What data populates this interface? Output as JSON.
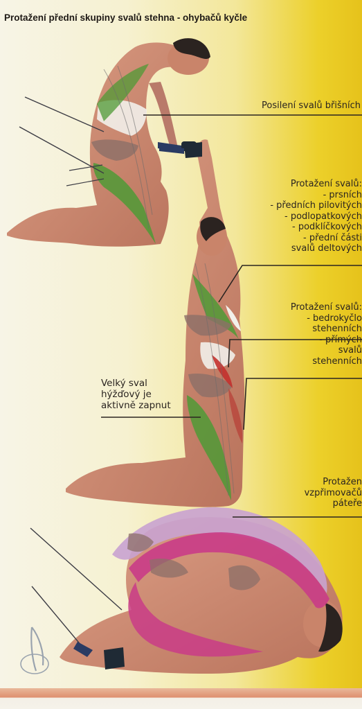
{
  "title": "Protažení přední skupiny svalů stehna - ohybačů kyčle",
  "annotations": {
    "abdominal": "Posilení svalů břišních",
    "stretch_chest": [
      "Protažení svalů:",
      "- prsních",
      "- předních pilovitých",
      "- podlopatkových",
      "- podklíčkových",
      "- přední části",
      "svalů deltových"
    ],
    "stretch_hip": [
      "Protažení svalů:",
      "- bedrokyčlo",
      "stehenních",
      "- přímých",
      "svalů",
      "stehenních"
    ],
    "gluteus": [
      "Velký sval",
      "hýžďový je",
      "aktivně zapnut"
    ],
    "spine": [
      "Protažen",
      "vzpřimovačů",
      "páteře"
    ]
  },
  "colors": {
    "skin": "#c9846a",
    "muscle_green": "#4f9a36",
    "muscle_red": "#c3312e",
    "muscle_pink": "#c93c87",
    "muscle_lilac": "#c9a2d0",
    "band": "#1f2a35"
  }
}
